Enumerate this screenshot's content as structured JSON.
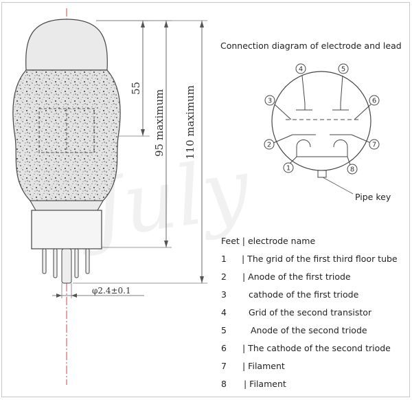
{
  "diagram_title": "Connection diagram of electrode and lead",
  "pipe_key_label": "Pipe key",
  "dimensions": {
    "d55": "55",
    "d95": "95 maximum",
    "d110": "110 maximum",
    "pin_diameter": "φ2.4±0.1"
  },
  "watermark": "July",
  "pin_numbers": [
    "1",
    "2",
    "3",
    "4",
    "5",
    "6",
    "7",
    "8"
  ],
  "table": {
    "header": "Feet | electrode name",
    "rows": [
      {
        "num": "1",
        "name": "| The grid of the first third floor tube"
      },
      {
        "num": "2",
        "name": "| Anode of the first triode"
      },
      {
        "num": "3",
        "name": "cathode of the first triode"
      },
      {
        "num": "4",
        "name": "Grid of the second transistor"
      },
      {
        "num": "5",
        "name": "Anode of the second triode"
      },
      {
        "num": "6",
        "name": "| The cathode of the second triode"
      },
      {
        "num": "7",
        "name": "| Filament"
      },
      {
        "num": "8",
        "name": "| Filament"
      }
    ]
  }
}
